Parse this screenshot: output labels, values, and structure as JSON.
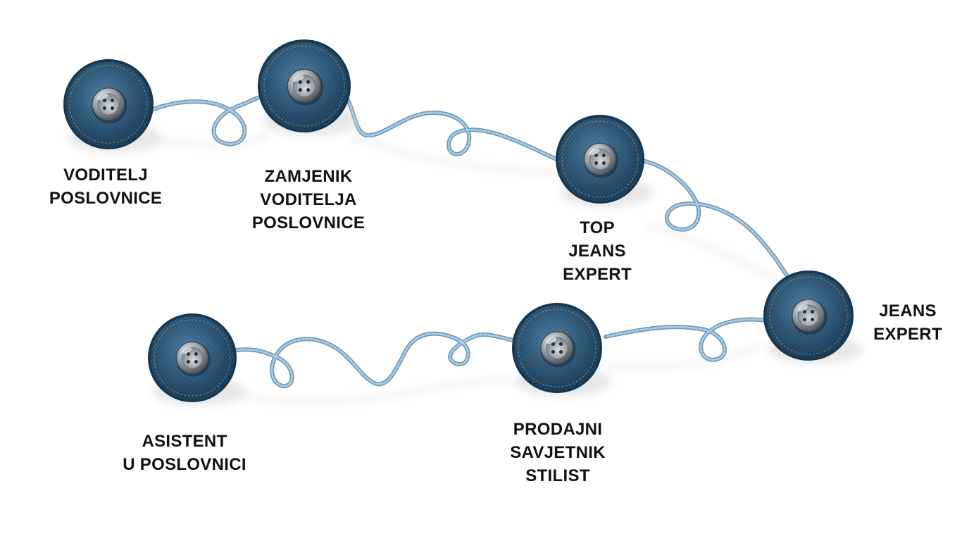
{
  "career_path": [
    {
      "id": "voditelj",
      "lines": [
        "VODITELJ",
        "POSLOVNICE"
      ]
    },
    {
      "id": "zamjenik",
      "lines": [
        "ZAMJENIK",
        "VODITELJA",
        "POSLOVNICE"
      ]
    },
    {
      "id": "top-jeans-expert",
      "lines": [
        "TOP",
        "JEANS",
        "EXPERT"
      ]
    },
    {
      "id": "jeans-expert",
      "lines": [
        "JEANS",
        "EXPERT"
      ]
    },
    {
      "id": "prodajni-savjetnik",
      "lines": [
        "PRODAJNI",
        "SAVJETNIK",
        "STILIST"
      ]
    },
    {
      "id": "asistent",
      "lines": [
        "ASISTENT",
        "U POSLOVNICI"
      ]
    }
  ],
  "colors": {
    "denim_dark": "#1c3f5c",
    "denim_mid": "#3a6688",
    "denim_light": "#6f98b8",
    "thread": "#9dc0da",
    "thread_dark": "#6f97b8",
    "label_text": "#111111"
  },
  "icons": {
    "node": "denim-button-icon",
    "connector": "thread-icon"
  }
}
